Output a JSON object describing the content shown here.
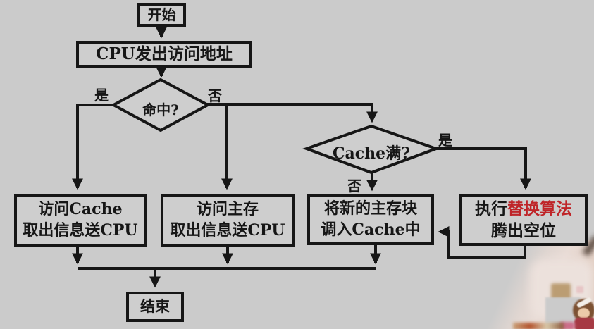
{
  "palette": {
    "background": "#cbcbcb",
    "line_color": "#161616",
    "highlight_red": "#bf2428"
  },
  "nodes": {
    "start": {
      "label": "开始"
    },
    "cpu_addr": {
      "label": "CPU发出访问地址"
    },
    "hit": {
      "label": "命中?"
    },
    "cache_full": {
      "label": "Cache满?"
    },
    "access_cache": {
      "line1": "访问Cache",
      "line2": "取出信息送CPU"
    },
    "access_main": {
      "line1": "访问主存",
      "line2": "取出信息送CPU"
    },
    "load_block": {
      "line1": "将新的主存块",
      "line2": "调入Cache中"
    },
    "replace": {
      "line1_black": "执行",
      "line1_red": "替换算法",
      "line2": "腾出空位"
    },
    "end": {
      "label": "结束"
    }
  },
  "edge_labels": {
    "hit_yes": "是",
    "hit_no": "否",
    "full_yes": "是",
    "full_no": "否"
  },
  "edges": [
    {
      "from": "start",
      "to": "cpu_addr"
    },
    {
      "from": "cpu_addr",
      "to": "hit"
    },
    {
      "from": "hit",
      "to": "access_cache",
      "label": "是"
    },
    {
      "from": "hit",
      "to": "access_main",
      "label": "否"
    },
    {
      "from": "hit",
      "to": "cache_full",
      "label": "否"
    },
    {
      "from": "cache_full",
      "to": "load_block",
      "label": "否"
    },
    {
      "from": "cache_full",
      "to": "replace",
      "label": "是"
    },
    {
      "from": "replace",
      "to": "load_block"
    },
    {
      "from": "access_cache",
      "to": "end"
    },
    {
      "from": "access_main",
      "to": "end"
    },
    {
      "from": "load_block",
      "to": "end"
    }
  ]
}
